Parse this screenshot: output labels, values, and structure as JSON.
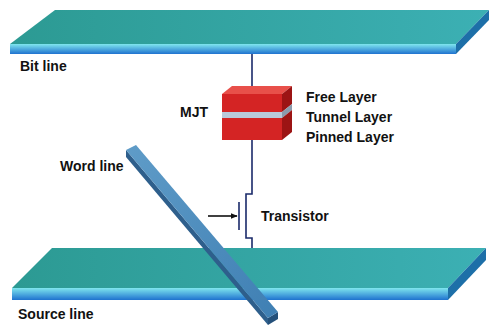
{
  "diagram": {
    "nodes": [
      {
        "text": [
          "Bit line"
        ]
      },
      {
        "text": [
          "MJT"
        ]
      },
      {
        "text": [
          "Transistor"
        ]
      },
      {
        "text": [
          "Source line"
        ]
      },
      {
        "text": [
          "Word line"
        ]
      }
    ],
    "edges": [
      {
        "from": 0,
        "to": 1,
        "arrow": "none"
      },
      {
        "from": 1,
        "to": 2,
        "arrow": "none"
      },
      {
        "from": 2,
        "to": 3,
        "arrow": "none"
      },
      {
        "from": 4,
        "to": 2,
        "arrow": "to"
      }
    ],
    "labels": [
      "Free Layer",
      "Tunnel Layer",
      "Pinned Layer"
    ]
  }
}
